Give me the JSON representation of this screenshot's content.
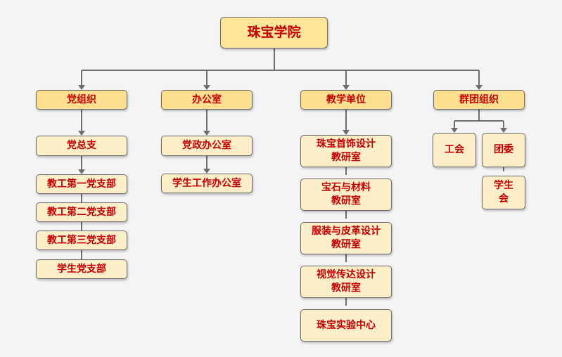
{
  "root": "珠宝学院",
  "columns": [
    {
      "title": "党组织",
      "items": [
        "党总支",
        "教工第一党支部",
        "教工第二党支部",
        "教工第三党支部",
        "学生党支部"
      ]
    },
    {
      "title": "办公室",
      "items": [
        "党政办公室",
        "学生工作办公室"
      ]
    },
    {
      "title": "教学单位",
      "items": [
        "珠宝首饰设计\n教研室",
        "宝石与材料\n教研室",
        "服装与皮革设计\n教研室",
        "视觉传达设计\n教研室",
        "珠宝实验中心"
      ]
    },
    {
      "title": "群团组织",
      "items": [
        "工会",
        "团委",
        "学生\n会"
      ]
    }
  ]
}
